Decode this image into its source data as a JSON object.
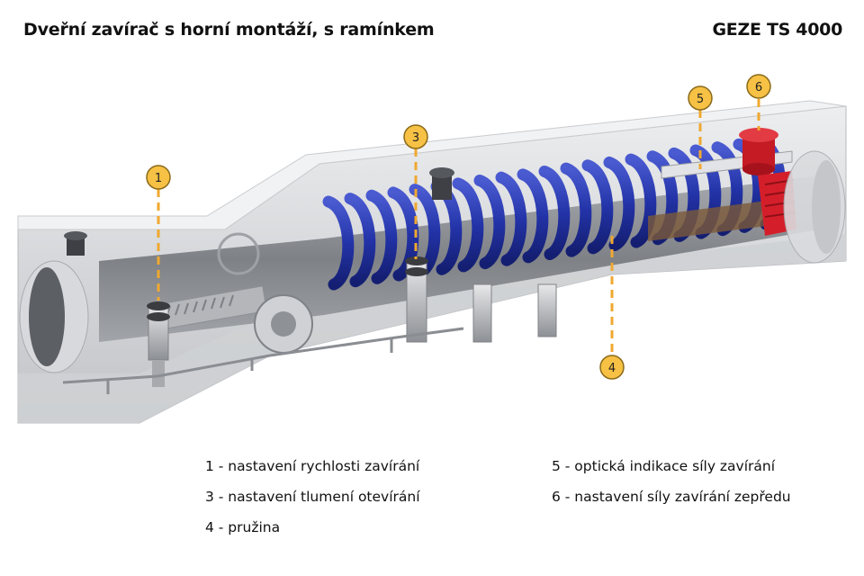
{
  "header": {
    "title": "Dveřní zavírač s horní montáží, s ramínkem",
    "brand": "GEZE TS 4000"
  },
  "callouts": [
    {
      "number": "1"
    },
    {
      "number": "3"
    },
    {
      "number": "4"
    },
    {
      "number": "5"
    },
    {
      "number": "6"
    }
  ],
  "legend": {
    "left": [
      "1 - nastavení rychlosti zavírání",
      "3 - nastavení tlumení otevírání",
      "4 - pružina"
    ],
    "right": [
      "5 - optická indikace síly zavírání",
      "6 - nastavení síly zavírání zepředu"
    ]
  },
  "colors": {
    "callout_fill": "#f6c144",
    "callout_stroke": "#8a6a1a",
    "leader": "#f0a830",
    "spring": "#2b3aa8",
    "housing": "#d9dadc",
    "adjuster_red": "#d41f2a"
  }
}
